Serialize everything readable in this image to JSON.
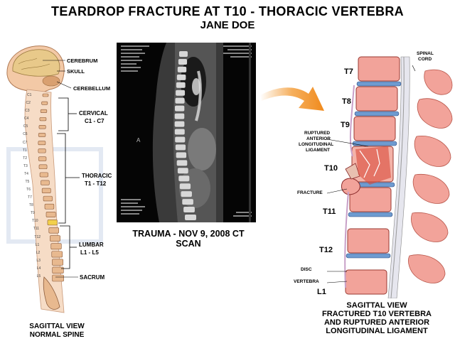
{
  "header": {
    "title": "TEARDROP FRACTURE AT T10 - THORACIC VERTEBRA",
    "patient": "JANE DOE"
  },
  "normal_spine": {
    "labels": {
      "cerebrum": "CEREBRUM",
      "skull": "SKULL",
      "cerebellum": "CEREBELLUM",
      "cervical": "CERVICAL",
      "cervical_range": "C1 - C7",
      "thoracic": "THORACIC",
      "thoracic_range": "T1 - T12",
      "lumbar": "LUMBAR",
      "lumbar_range": "L1 - L5",
      "sacrum": "SACRUM"
    },
    "vertebra_labels": [
      "C1",
      "C2",
      "C3",
      "C4",
      "C5",
      "C6",
      "C7",
      "T1",
      "T2",
      "T3",
      "T4",
      "T5",
      "T6",
      "T7",
      "T8",
      "T9",
      "T10",
      "T11",
      "T12",
      "L1",
      "L2",
      "L3",
      "L4",
      "L5"
    ],
    "caption_line1": "SAGITTAL VIEW",
    "caption_line2": "NORMAL SPINE"
  },
  "ct_scan": {
    "corner_marker": "A",
    "caption": "TRAUMA - NOV 9, 2008 CT SCAN"
  },
  "fracture_view": {
    "labels": {
      "spinal_cord_line1": "SPINAL",
      "spinal_cord_line2": "CORD",
      "ruptured_line1": "RUPTURED",
      "ruptured_line2": "ANTERIOR",
      "ruptured_line3": "LONGITUDINAL",
      "ruptured_line4": "LIGAMENT",
      "fracture": "FRACTURE",
      "disc": "DISC",
      "vertebra": "VERTEBRA"
    },
    "vertebra_labels": {
      "t7": "T7",
      "t8": "T8",
      "t9": "T9",
      "t10": "T10",
      "t11": "T11",
      "t12": "T12",
      "l1": "L1"
    },
    "caption_line1": "SAGITTAL VIEW",
    "caption_line2": "FRACTURED T10 VERTEBRA",
    "caption_line3": "AND RUPTURED ANTERIOR",
    "caption_line4": "LONGITUDINAL LIGAMENT"
  },
  "colors": {
    "bone": "#e8b98f",
    "bone_pink": "#f2a39a",
    "disc_blue": "#6e9bd0",
    "brain": "#e8c98a",
    "arrow_orange": "#f39a33"
  }
}
